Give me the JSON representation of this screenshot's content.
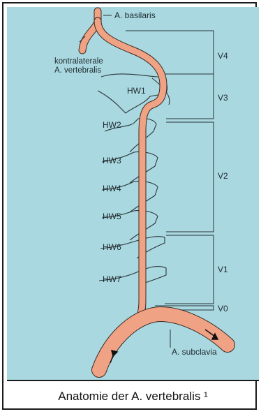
{
  "figure": {
    "background_color": "#a9d8e0",
    "vessel_color": "#f0a284",
    "labels": {
      "basilaris": "A. basilaris",
      "contralateral_line1": "kontralaterale",
      "contralateral_line2": "A. vertebralis",
      "subclavia": "A. subclavia"
    },
    "vertebrae": [
      "HW1",
      "HW2",
      "HW3",
      "HW4",
      "HW5",
      "HW6",
      "HW7"
    ],
    "segments": [
      "V4",
      "V3",
      "V2",
      "V1",
      "V0"
    ]
  },
  "caption": "Anatomie der A. vertebralis ¹"
}
